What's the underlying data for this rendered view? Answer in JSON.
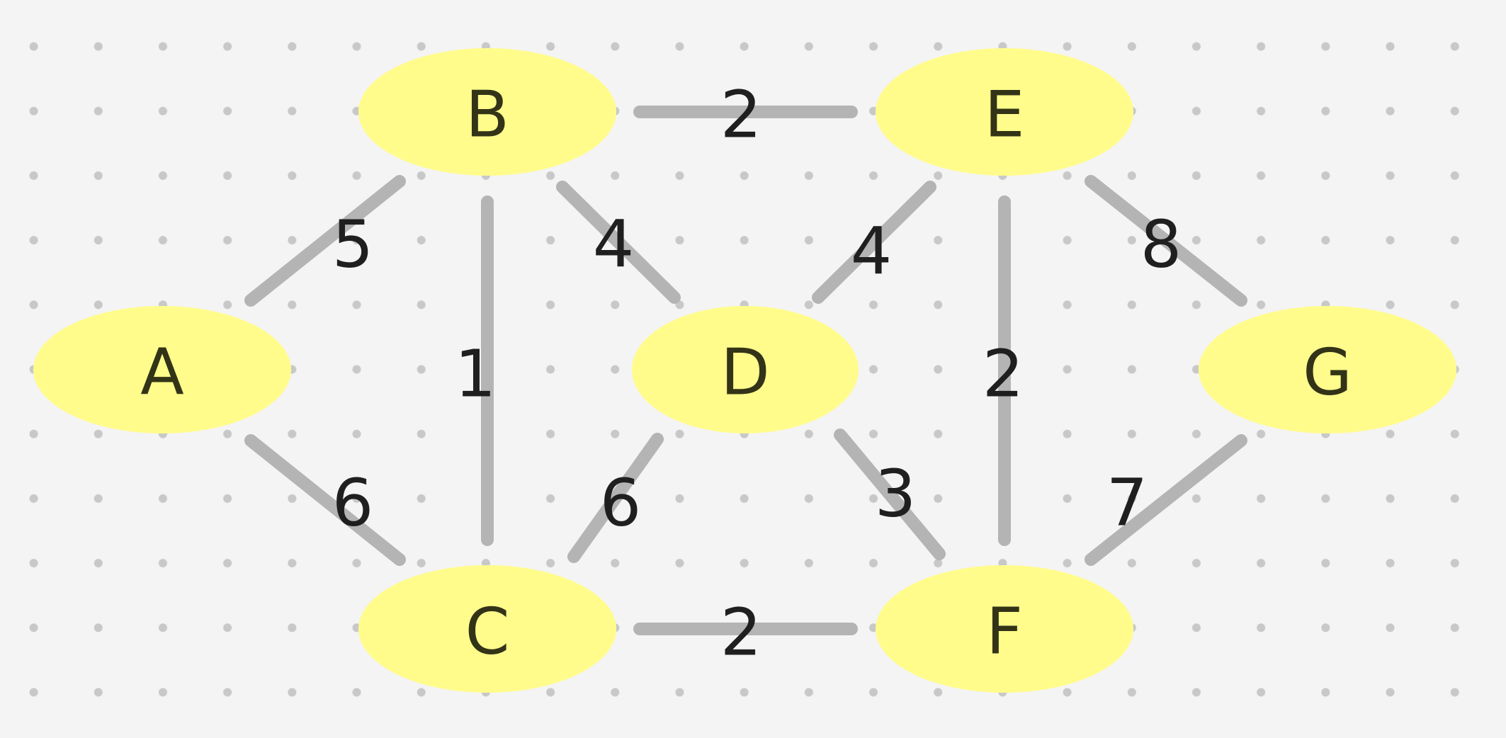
{
  "graph": {
    "nodes": [
      {
        "id": "A",
        "label": "A"
      },
      {
        "id": "B",
        "label": "B"
      },
      {
        "id": "C",
        "label": "C"
      },
      {
        "id": "D",
        "label": "D"
      },
      {
        "id": "E",
        "label": "E"
      },
      {
        "id": "F",
        "label": "F"
      },
      {
        "id": "G",
        "label": "G"
      }
    ],
    "edges": [
      {
        "from": "A",
        "to": "B",
        "weight": "5"
      },
      {
        "from": "A",
        "to": "C",
        "weight": "6"
      },
      {
        "from": "B",
        "to": "C",
        "weight": "1"
      },
      {
        "from": "B",
        "to": "D",
        "weight": "4"
      },
      {
        "from": "B",
        "to": "E",
        "weight": "2"
      },
      {
        "from": "C",
        "to": "D",
        "weight": "6"
      },
      {
        "from": "C",
        "to": "F",
        "weight": "2"
      },
      {
        "from": "D",
        "to": "E",
        "weight": "4"
      },
      {
        "from": "D",
        "to": "F",
        "weight": "3"
      },
      {
        "from": "E",
        "to": "F",
        "weight": "2"
      },
      {
        "from": "E",
        "to": "G",
        "weight": "8"
      },
      {
        "from": "F",
        "to": "G",
        "weight": "7"
      }
    ]
  },
  "colors": {
    "node_fill": "#fffc8c",
    "edge": "#b4b4b4",
    "background": "#f4f4f4",
    "grid_dot": "#c8c8c8"
  }
}
